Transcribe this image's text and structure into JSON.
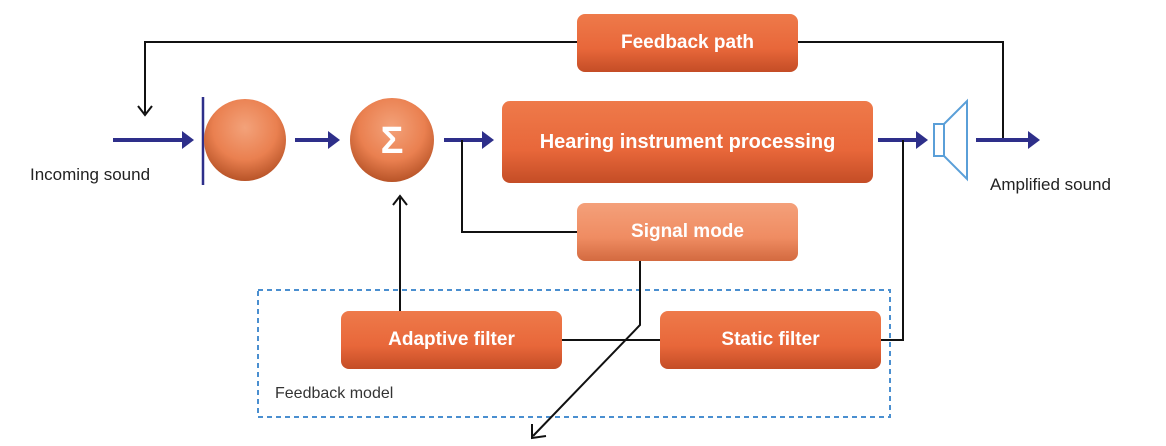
{
  "boxes": {
    "feedback_path": "Feedback path",
    "processing": "Hearing instrument processing",
    "signal_mode": "Signal mode",
    "adaptive_filter": "Adaptive filter",
    "static_filter": "Static filter"
  },
  "labels": {
    "incoming": "Incoming sound",
    "amplified": "Amplified sound",
    "feedback_model": "Feedback model"
  },
  "symbols": {
    "sum": "Σ"
  },
  "colors": {
    "box_orange": "#e8673a",
    "box_light_orange": "#ef8c62",
    "signal_arrow": "#2e2f8a",
    "dashed_border": "#4a8fd0",
    "speaker": "#5a9fd8"
  },
  "icons": {
    "microphone": "microphone-circle-icon",
    "summation": "summation-icon",
    "speaker": "speaker-icon"
  }
}
